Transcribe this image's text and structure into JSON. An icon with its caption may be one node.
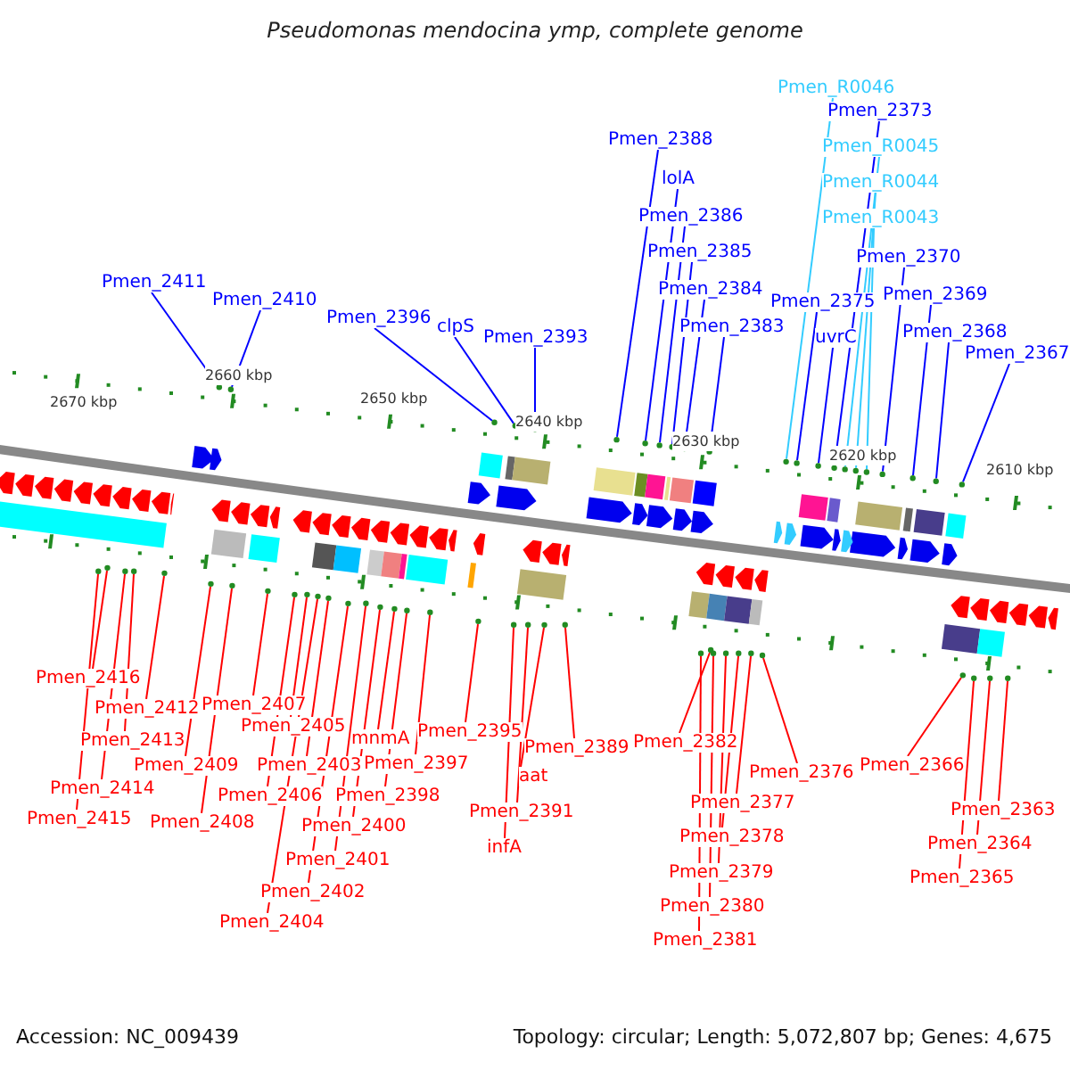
{
  "diagram": {
    "title": "Pseudomonas mendocina ymp, complete genome",
    "nodes": [
      {
        "text": [
          "Pmen_R0046"
        ]
      },
      {
        "text": [
          "Pmen_2373"
        ]
      },
      {
        "text": [
          "Pmen_2388"
        ]
      },
      {
        "text": [
          "Pmen_R0045"
        ]
      },
      {
        "text": [
          "lolA"
        ]
      },
      {
        "text": [
          "Pmen_R0044"
        ]
      },
      {
        "text": [
          "Pmen_2386"
        ]
      },
      {
        "text": [
          "Pmen_R0043"
        ]
      },
      {
        "text": [
          "Pmen_2385"
        ]
      },
      {
        "text": [
          "Pmen_2370"
        ]
      },
      {
        "text": [
          "Pmen_2411"
        ]
      },
      {
        "text": [
          "Pmen_2384"
        ]
      },
      {
        "text": [
          "Pmen_2369"
        ]
      },
      {
        "text": [
          "Pmen_2375"
        ]
      },
      {
        "text": [
          "Pmen_2410"
        ]
      },
      {
        "text": [
          "Pmen_2396"
        ]
      },
      {
        "text": [
          "Pmen_2383"
        ]
      },
      {
        "text": [
          "clpS"
        ]
      },
      {
        "text": [
          "Pmen_2368"
        ]
      },
      {
        "text": [
          "Pmen_2393"
        ]
      },
      {
        "text": [
          "uvrC"
        ]
      },
      {
        "text": [
          "Pmen_2367"
        ]
      },
      {
        "text": [
          "Pmen_2416"
        ]
      },
      {
        "text": [
          "Pmen_2407"
        ]
      },
      {
        "text": [
          "Pmen_2412"
        ]
      },
      {
        "text": [
          "Pmen_2395"
        ]
      },
      {
        "text": [
          "Pmen_2405"
        ]
      },
      {
        "text": [
          "mnmA"
        ]
      },
      {
        "text": [
          "Pmen_2382"
        ]
      },
      {
        "text": [
          "Pmen_2413"
        ]
      },
      {
        "text": [
          "Pmen_2389"
        ]
      },
      {
        "text": [
          "Pmen_2397"
        ]
      },
      {
        "text": [
          "Pmen_2409"
        ]
      },
      {
        "text": [
          "Pmen_2403"
        ]
      },
      {
        "text": [
          "Pmen_2376"
        ]
      },
      {
        "text": [
          "Pmen_2366"
        ]
      },
      {
        "text": [
          "aat"
        ]
      },
      {
        "text": [
          "Pmen_2414"
        ]
      },
      {
        "text": [
          "Pmen_2406"
        ]
      },
      {
        "text": [
          "Pmen_2398"
        ]
      },
      {
        "text": [
          "Pmen_2377"
        ]
      },
      {
        "text": [
          "Pmen_2363"
        ]
      },
      {
        "text": [
          "Pmen_2391"
        ]
      },
      {
        "text": [
          "Pmen_2415"
        ]
      },
      {
        "text": [
          "Pmen_2408"
        ]
      },
      {
        "text": [
          "Pmen_2400"
        ]
      },
      {
        "text": [
          "Pmen_2378"
        ]
      },
      {
        "text": [
          "Pmen_2364"
        ]
      },
      {
        "text": [
          "infA"
        ]
      },
      {
        "text": [
          "Pmen_2401"
        ]
      },
      {
        "text": [
          "Pmen_2379"
        ]
      },
      {
        "text": [
          "Pmen_2365"
        ]
      },
      {
        "text": [
          "Pmen_2402"
        ]
      },
      {
        "text": [
          "Pmen_2380"
        ]
      },
      {
        "text": [
          "Pmen_2404"
        ]
      },
      {
        "text": [
          "Pmen_2381"
        ]
      },
      {
        "text": [],
        "shape": "circle"
      },
      {
        "text": [],
        "shape": "circle"
      },
      {
        "text": [],
        "shape": "circle"
      },
      {
        "text": [],
        "shape": "circle"
      },
      {
        "text": [],
        "shape": "circle"
      },
      {
        "text": [],
        "shape": "circle"
      },
      {
        "text": [],
        "shape": "circle"
      },
      {
        "text": [],
        "shape": "circle"
      },
      {
        "text": [],
        "shape": "circle"
      },
      {
        "text": [],
        "shape": "circle"
      },
      {
        "text": [],
        "shape": "circle"
      },
      {
        "text": [],
        "shape": "circle"
      },
      {
        "text": [],
        "shape": "circle"
      },
      {
        "text": [],
        "shape": "circle"
      },
      {
        "text": [],
        "shape": "circle"
      },
      {
        "text": [],
        "shape": "circle"
      },
      {
        "text": [],
        "shape": "circle"
      },
      {
        "text": [],
        "shape": "circle"
      },
      {
        "text": [],
        "shape": "circle"
      },
      {
        "text": [],
        "shape": "circle"
      },
      {
        "text": [],
        "shape": "circle"
      },
      {
        "text": [],
        "shape": "circle"
      },
      {
        "text": [],
        "shape": "circle"
      },
      {
        "text": [],
        "shape": "circle"
      },
      {
        "text": [],
        "shape": "circle"
      },
      {
        "text": [],
        "shape": "circle"
      },
      {
        "text": [],
        "shape": "circle"
      },
      {
        "text": [],
        "shape": "circle"
      },
      {
        "text": [],
        "shape": "circle"
      },
      {
        "text": [],
        "shape": "circle"
      },
      {
        "text": [],
        "shape": "circle"
      },
      {
        "text": [],
        "shape": "circle"
      },
      {
        "text": [],
        "shape": "circle"
      },
      {
        "text": [],
        "shape": "circle"
      },
      {
        "text": [],
        "shape": "circle"
      },
      {
        "text": [],
        "shape": "circle"
      },
      {
        "text": [],
        "shape": "circle"
      },
      {
        "text": [],
        "shape": "circle"
      },
      {
        "text": [],
        "shape": "circle"
      },
      {
        "text": [],
        "shape": "circle"
      },
      {
        "text": [],
        "shape": "circle"
      },
      {
        "text": [],
        "shape": "circle"
      },
      {
        "text": [],
        "shape": "circle"
      },
      {
        "text": [],
        "shape": "circle"
      },
      {
        "text": [],
        "shape": "circle"
      },
      {
        "text": [],
        "shape": "circle"
      },
      {
        "text": [],
        "shape": "circle"
      },
      {
        "text": [],
        "shape": "circle"
      },
      {
        "text": [],
        "shape": "circle"
      },
      {
        "text": [],
        "shape": "circle"
      },
      {
        "text": [],
        "shape": "circle"
      },
      {
        "text": [],
        "shape": "circle"
      },
      {
        "text": [],
        "shape": "circle"
      },
      {
        "text": [],
        "shape": "circle"
      },
      {
        "text": [],
        "shape": "circle"
      },
      {
        "text": [],
        "shape": "circle"
      }
    ],
    "edges": [
      {
        "from": 0,
        "to": 56,
        "arrow": "none",
        "color": "#33ccff"
      },
      {
        "from": 1,
        "to": 57,
        "arrow": "none",
        "color": "#0000ff"
      },
      {
        "from": 2,
        "to": 58,
        "arrow": "none",
        "color": "#0000ff"
      },
      {
        "from": 3,
        "to": 59,
        "arrow": "none",
        "color": "#33ccff"
      },
      {
        "from": 4,
        "to": 60,
        "arrow": "none",
        "color": "#0000ff"
      },
      {
        "from": 5,
        "to": 61,
        "arrow": "none",
        "color": "#33ccff"
      },
      {
        "from": 6,
        "to": 62,
        "arrow": "none",
        "color": "#0000ff"
      },
      {
        "from": 7,
        "to": 63,
        "arrow": "none",
        "color": "#33ccff"
      },
      {
        "from": 8,
        "to": 64,
        "arrow": "none",
        "color": "#0000ff"
      },
      {
        "from": 9,
        "to": 65,
        "arrow": "none",
        "color": "#0000ff"
      },
      {
        "from": 10,
        "to": 66,
        "arrow": "none",
        "color": "#0000ff"
      },
      {
        "from": 11,
        "to": 67,
        "arrow": "none",
        "color": "#0000ff"
      },
      {
        "from": 12,
        "to": 68,
        "arrow": "none",
        "color": "#0000ff"
      },
      {
        "from": 13,
        "to": 69,
        "arrow": "none",
        "color": "#0000ff"
      },
      {
        "from": 14,
        "to": 70,
        "arrow": "none",
        "color": "#0000ff"
      },
      {
        "from": 15,
        "to": 71,
        "arrow": "none",
        "color": "#0000ff"
      },
      {
        "from": 16,
        "to": 72,
        "arrow": "none",
        "color": "#0000ff"
      },
      {
        "from": 17,
        "to": 73,
        "arrow": "none",
        "color": "#0000ff"
      },
      {
        "from": 18,
        "to": 74,
        "arrow": "none",
        "color": "#0000ff"
      },
      {
        "from": 19,
        "to": 75,
        "arrow": "none",
        "color": "#0000ff"
      },
      {
        "from": 20,
        "to": 76,
        "arrow": "none",
        "color": "#0000ff"
      },
      {
        "from": 21,
        "to": 77,
        "arrow": "none",
        "color": "#0000ff"
      },
      {
        "from": 22,
        "to": 78,
        "arrow": "none"
      },
      {
        "from": 23,
        "to": 79,
        "arrow": "none"
      },
      {
        "from": 24,
        "to": 80,
        "arrow": "none"
      },
      {
        "from": 25,
        "to": 81,
        "arrow": "none"
      },
      {
        "from": 26,
        "to": 82,
        "arrow": "none"
      },
      {
        "from": 27,
        "to": 83,
        "arrow": "none"
      },
      {
        "from": 28,
        "to": 84,
        "arrow": "none"
      },
      {
        "from": 29,
        "to": 85,
        "arrow": "none"
      },
      {
        "from": 30,
        "to": 86,
        "arrow": "none"
      },
      {
        "from": 31,
        "to": 87,
        "arrow": "none"
      },
      {
        "from": 32,
        "to": 88,
        "arrow": "none"
      },
      {
        "from": 33,
        "to": 89,
        "arrow": "none"
      },
      {
        "from": 34,
        "to": 90,
        "arrow": "none"
      },
      {
        "from": 35,
        "to": 91,
        "arrow": "none"
      },
      {
        "from": 36,
        "to": 92,
        "arrow": "none"
      },
      {
        "from": 37,
        "to": 93,
        "arrow": "none"
      },
      {
        "from": 38,
        "to": 94,
        "arrow": "none"
      },
      {
        "from": 39,
        "to": 95,
        "arrow": "none"
      },
      {
        "from": 40,
        "to": 96,
        "arrow": "none"
      },
      {
        "from": 41,
        "to": 97,
        "arrow": "none"
      },
      {
        "from": 42,
        "to": 98,
        "arrow": "none"
      },
      {
        "from": 43,
        "to": 99,
        "arrow": "none"
      },
      {
        "from": 44,
        "to": 100,
        "arrow": "none"
      },
      {
        "from": 45,
        "to": 101,
        "arrow": "none"
      },
      {
        "from": 46,
        "to": 102,
        "arrow": "none"
      },
      {
        "from": 47,
        "to": 103,
        "arrow": "none"
      },
      {
        "from": 48,
        "to": 104,
        "arrow": "none"
      },
      {
        "from": 49,
        "to": 105,
        "arrow": "none"
      },
      {
        "from": 50,
        "to": 106,
        "arrow": "none"
      },
      {
        "from": 51,
        "to": 107,
        "arrow": "none"
      },
      {
        "from": 52,
        "to": 108,
        "arrow": "none"
      },
      {
        "from": 53,
        "to": 109,
        "arrow": "none"
      },
      {
        "from": 54,
        "to": 110,
        "arrow": "none"
      },
      {
        "from": 55,
        "to": 111,
        "arrow": "none"
      }
    ],
    "labels": [
      "2670 kbp",
      "2660 kbp",
      "2650 kbp",
      "2640 kbp",
      "2630 kbp",
      "2620 kbp",
      "2610 kbp",
      "Accession: NC_009439",
      "Topology: circular; Length: 5,072,807 bp; Genes: 4,675"
    ]
  }
}
